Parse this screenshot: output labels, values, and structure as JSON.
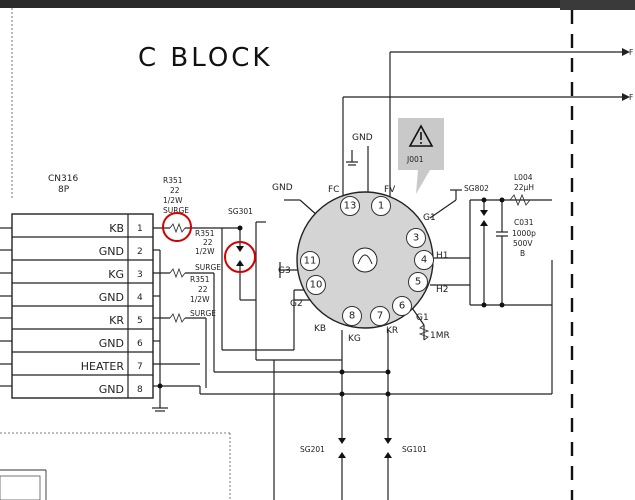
{
  "block_title": "C BLOCK",
  "connector": {
    "ref": "CN316",
    "pins_label": "8P",
    "rows": [
      {
        "name": "KB",
        "pin": "1"
      },
      {
        "name": "GND",
        "pin": "2"
      },
      {
        "name": "KG",
        "pin": "3"
      },
      {
        "name": "GND",
        "pin": "4"
      },
      {
        "name": "KR",
        "pin": "5"
      },
      {
        "name": "GND",
        "pin": "6"
      },
      {
        "name": "HEATER",
        "pin": "7"
      },
      {
        "name": "GND",
        "pin": "8"
      }
    ]
  },
  "resistors": [
    {
      "ref": "R351",
      "value": "22",
      "spec": "1/2W",
      "type": "SURGE"
    },
    {
      "ref": "R351",
      "value": "22",
      "spec": "1/2W",
      "type": "SURGE"
    },
    {
      "ref": "R351",
      "value": "22",
      "spec": "1/2W",
      "type": "SURGE"
    }
  ],
  "labels": {
    "gnd_left": "GND",
    "gnd_top": "GND",
    "sg301": "SG301",
    "sg802": "SG802",
    "sg201": "SG201",
    "sg101": "SG101",
    "j001": "J001",
    "fc": "FC",
    "fv": "FV",
    "g1": "G1",
    "g1b": "G1",
    "g2": "G2",
    "g3": "G3",
    "h1": "H1",
    "h2": "H2",
    "kb": "KB",
    "kg": "KG",
    "kr": "KR",
    "one_mr": "1MR",
    "l004_ref": "L004",
    "l004_val": "22μH",
    "c031_ref": "C031",
    "c031_val": "1000p",
    "c031_volt": "500V",
    "c031_type": "B",
    "arrow_f1": "F",
    "arrow_f2": "F"
  },
  "socket_pins": [
    "13",
    "1",
    "3",
    "4",
    "5",
    "6",
    "7",
    "8",
    "10",
    "11"
  ],
  "warning_icon": "warning-triangle-icon",
  "colors": {
    "highlight": "#d40000",
    "socket_fill": "#d4d4d4",
    "warning_bg": "#c9c9c9"
  }
}
